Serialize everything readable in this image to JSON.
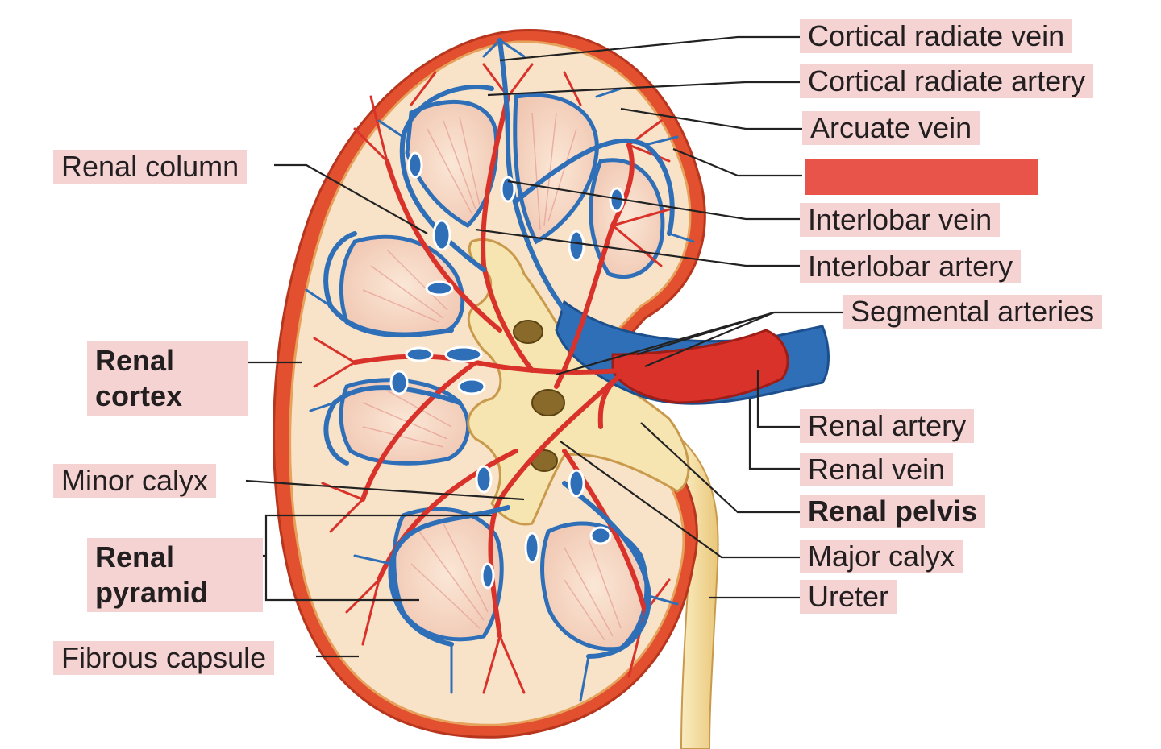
{
  "labels": {
    "cortical_radiate_vein": "Cortical radiate vein",
    "cortical_radiate_artery": "Cortical radiate artery",
    "arcuate_vein": "Arcuate vein",
    "interlobar_vein": "Interlobar vein",
    "interlobar_artery": "Interlobar artery",
    "segmental_arteries": "Segmental arteries",
    "renal_artery": "Renal artery",
    "renal_vein": "Renal vein",
    "renal_pelvis": "Renal pelvis",
    "major_calyx": "Major calyx",
    "ureter": "Ureter",
    "renal_column": "Renal column",
    "renal_cortex": "Renal\ncortex",
    "minor_calyx": "Minor calyx",
    "renal_pyramid": "Renal\npyramid",
    "fibrous_capsule": "Fibrous capsule"
  },
  "colors": {
    "label_background": "#f6d3d3",
    "hidden_label_box": "#e8534a",
    "artery": "#d9322a",
    "vein": "#2f6fb8",
    "cortex": "#f8e3c8",
    "capsule": "#e2502f",
    "pelvis": "#f6e5b0",
    "leader_line": "#222222"
  }
}
